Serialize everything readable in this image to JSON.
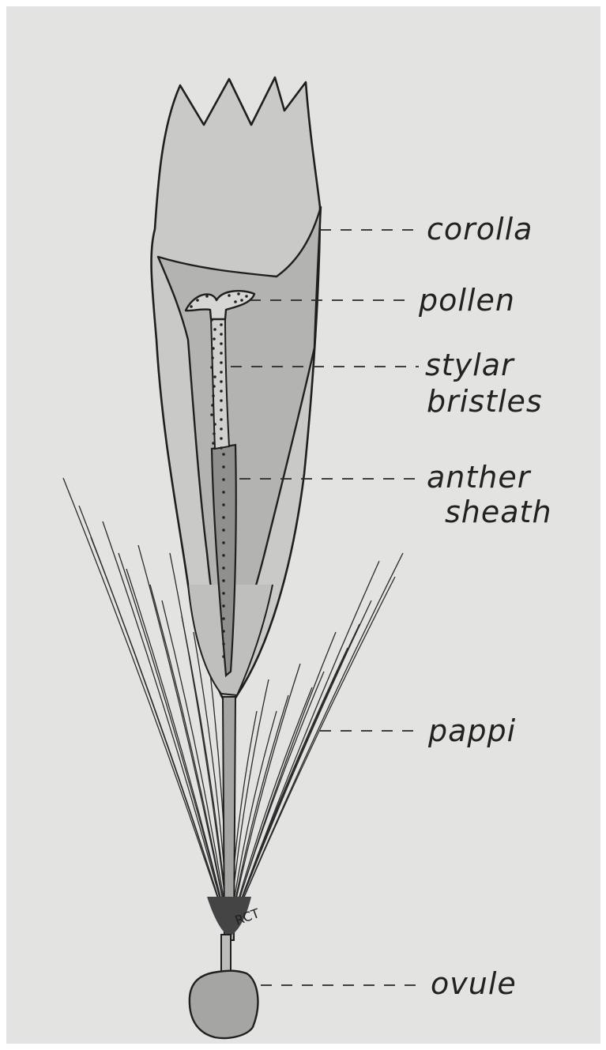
{
  "labels": {
    "corolla": "corolla",
    "pollen": "pollen",
    "stylar_line1": "stylar",
    "stylar_line2": "bristles",
    "anther_line1": "anther",
    "anther_line2": "sheath",
    "pappi": "pappi",
    "ovule": "ovule"
  },
  "signature": "RCT",
  "colors": {
    "paper": "#e3e3e1",
    "corolla_fill": "#c9c9c7",
    "inner_fill": "#adadab",
    "ink": "#1f1f1f"
  }
}
